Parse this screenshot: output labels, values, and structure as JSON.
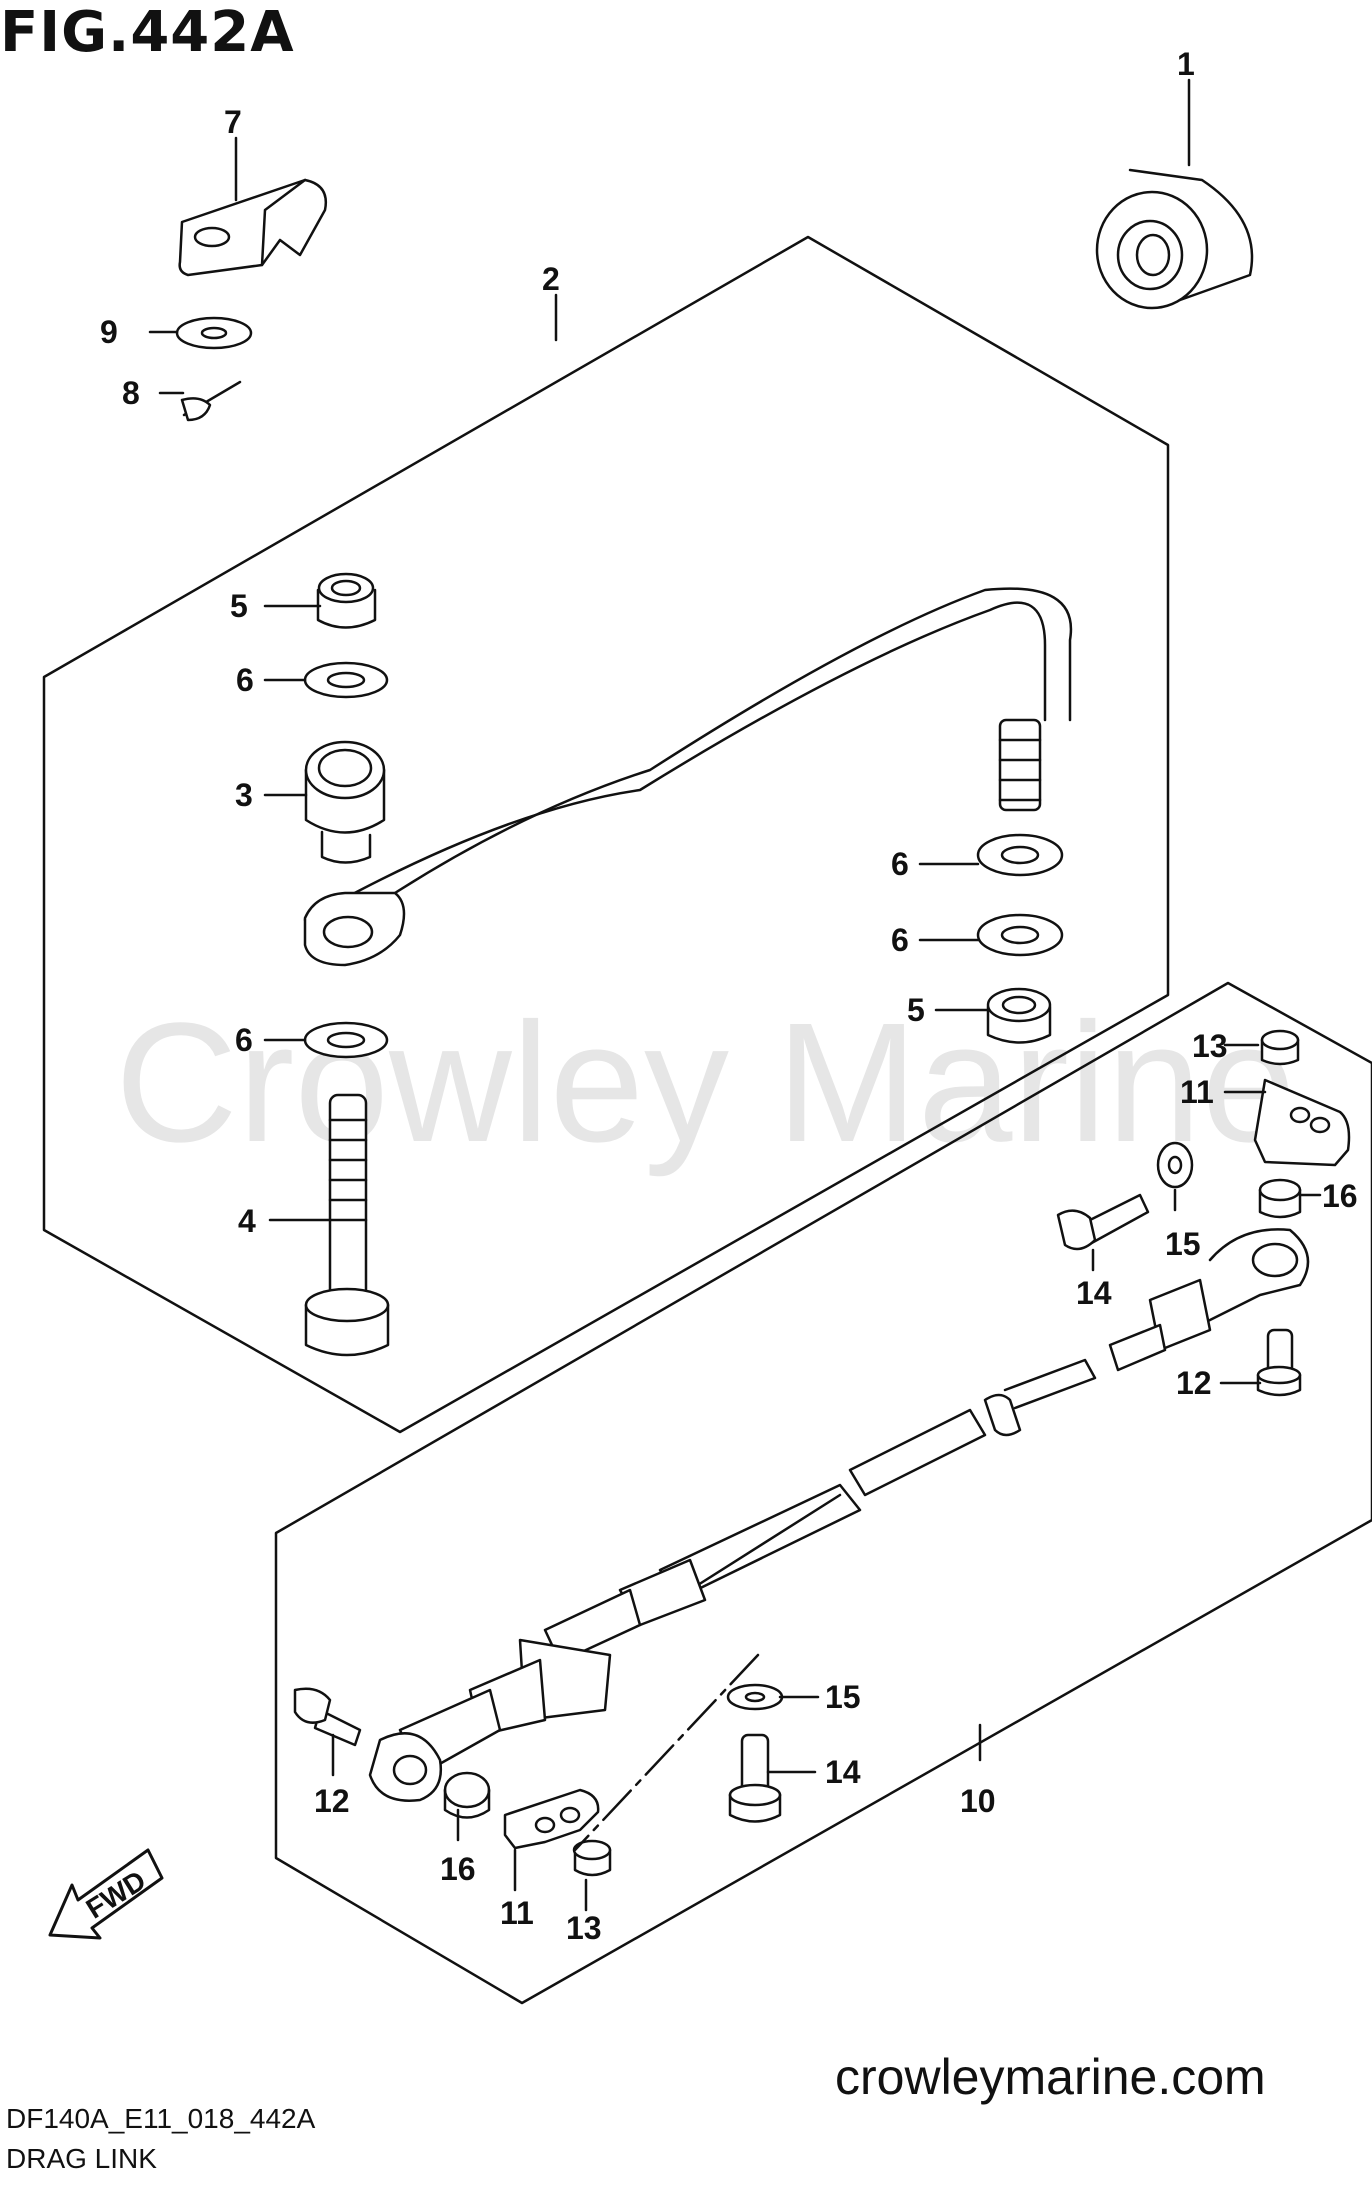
{
  "figure": {
    "title": "FIG.442A"
  },
  "watermark": "Crowley Marine",
  "footer": {
    "code": "DF140A_E11_018_442A",
    "caption": "DRAG LINK",
    "site": "crowleymarine.com"
  },
  "direction_label": "FWD",
  "callouts": [
    {
      "id": "c1",
      "label": "1"
    },
    {
      "id": "c2",
      "label": "2"
    },
    {
      "id": "c3",
      "label": "3"
    },
    {
      "id": "c4",
      "label": "4"
    },
    {
      "id": "c5a",
      "label": "5"
    },
    {
      "id": "c5b",
      "label": "5"
    },
    {
      "id": "c6a",
      "label": "6"
    },
    {
      "id": "c6b",
      "label": "6"
    },
    {
      "id": "c6c",
      "label": "6"
    },
    {
      "id": "c6d",
      "label": "6"
    },
    {
      "id": "c7",
      "label": "7"
    },
    {
      "id": "c8",
      "label": "8"
    },
    {
      "id": "c9",
      "label": "9"
    },
    {
      "id": "c10",
      "label": "10"
    },
    {
      "id": "c11a",
      "label": "11"
    },
    {
      "id": "c11b",
      "label": "11"
    },
    {
      "id": "c12a",
      "label": "12"
    },
    {
      "id": "c12b",
      "label": "12"
    },
    {
      "id": "c13a",
      "label": "13"
    },
    {
      "id": "c13b",
      "label": "13"
    },
    {
      "id": "c14a",
      "label": "14"
    },
    {
      "id": "c14b",
      "label": "14"
    },
    {
      "id": "c15a",
      "label": "15"
    },
    {
      "id": "c15b",
      "label": "15"
    },
    {
      "id": "c16a",
      "label": "16"
    },
    {
      "id": "c16b",
      "label": "16"
    }
  ]
}
